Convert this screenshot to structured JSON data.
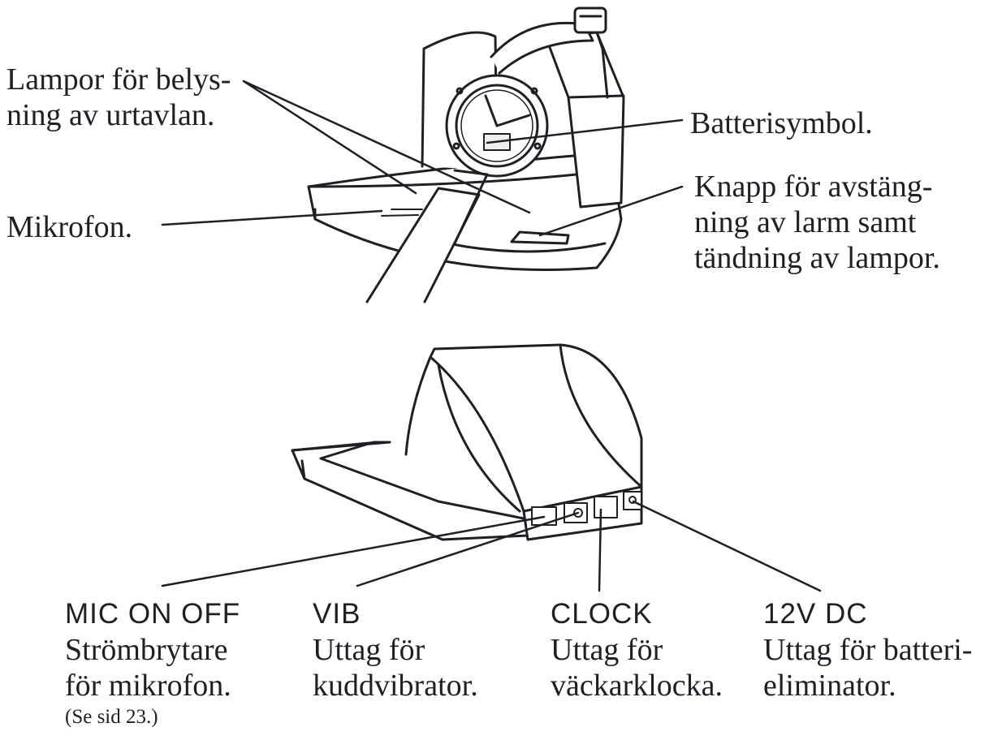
{
  "colors": {
    "ink": "#1f1f26",
    "fill": "#ffffff",
    "shade": "#eeeeee"
  },
  "labels": {
    "lampor": {
      "line1": "Lampor för belys-",
      "line2": "ning av urtavlan."
    },
    "batteri": {
      "line1": "Batterisymbol."
    },
    "mikrofon": {
      "line1": "Mikrofon."
    },
    "knapp": {
      "line1": "Knapp för avstäng-",
      "line2": "ning av larm samt",
      "line3": "tändning av lampor."
    }
  },
  "connectors": [
    {
      "code": "MIC ON OFF",
      "line1": "Strömbrytare",
      "line2": "för mikrofon.",
      "note": "(Se sid 23.)"
    },
    {
      "code": "VIB",
      "line1": "Uttag för",
      "line2": "kuddvibrator."
    },
    {
      "code": "CLOCK",
      "line1": "Uttag för",
      "line2": "väckarklocka."
    },
    {
      "code": "12V DC",
      "line1": "Uttag för batteri-",
      "line2": "eliminator."
    }
  ],
  "icons": {
    "top": "watch-charging-stand-front-view",
    "bottom": "charging-stand-rear-view"
  }
}
